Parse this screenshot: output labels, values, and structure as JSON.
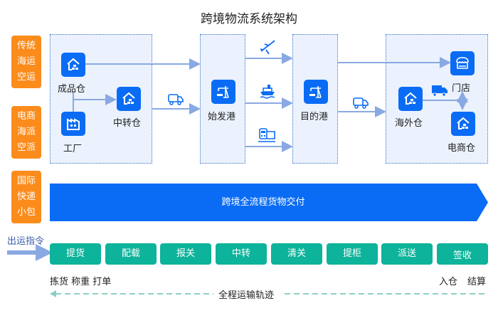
{
  "title": "跨境物流系统架构",
  "modes": [
    {
      "lines": [
        "传统",
        "海运",
        "空运"
      ]
    },
    {
      "lines": [
        "电商",
        "海派",
        "空派"
      ]
    },
    {
      "lines": [
        "国际",
        "快递",
        "小包"
      ]
    }
  ],
  "nodes": {
    "finished_warehouse": "成品仓",
    "factory": "工厂",
    "transfer_warehouse": "中转仓",
    "origin_port": "始发港",
    "destination_port": "目的港",
    "overseas_warehouse": "海外仓",
    "store": "门店",
    "ecommerce_warehouse": "电商仓"
  },
  "transport_icons": [
    "truck-icon",
    "plane-icon",
    "ship-icon",
    "train-icon",
    "truck-icon",
    "truck-icon"
  ],
  "band": {
    "label": "跨境全流程货物交付"
  },
  "instruction": {
    "label": "出运指令"
  },
  "steps": [
    "提货",
    "配载",
    "报关",
    "中转",
    "清关",
    "提柜",
    "派送",
    "签收"
  ],
  "notes": {
    "left": "拣货 称重 打单",
    "right_1": "入仓",
    "right_2": "结算"
  },
  "trace": {
    "label": "全程运输轨迹"
  },
  "colors": {
    "primary": "#0a6cf5",
    "orange": "#fb8c1c",
    "teal": "#0db39a",
    "zone_bg": "#ebf2fd",
    "arrow": "#8aa9e3",
    "trace": "#8ccfc4"
  }
}
